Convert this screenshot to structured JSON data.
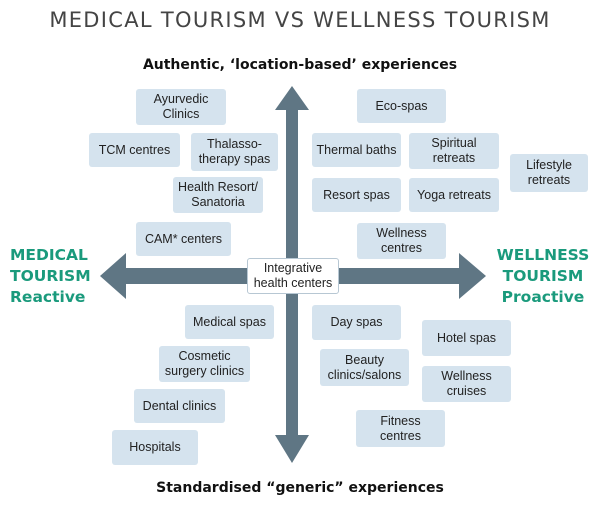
{
  "title": "MEDICAL TOURISM VS WELLNESS TOURISM",
  "axis": {
    "top": "Authentic, ‘location-based’ experiences",
    "bottom": "Standardised “generic” experiences"
  },
  "left_label": {
    "line1": "MEDICAL",
    "line2": "TOURISM",
    "line3": "Reactive"
  },
  "right_label": {
    "line1": "WELLNESS",
    "line2": "TOURISM",
    "line3": "Proactive"
  },
  "center": {
    "line1": "Integrative",
    "line2": "health centers"
  },
  "medical_authentic": [
    {
      "line1": "Ayurvedic",
      "line2": "Clinics"
    },
    {
      "line1": "TCM centres",
      "line2": ""
    },
    {
      "line1": "Thalasso-",
      "line2": "therapy spas"
    },
    {
      "line1": "Health Resort/",
      "line2": "Sanatoria"
    },
    {
      "line1": "CAM* centers",
      "line2": ""
    }
  ],
  "wellness_authentic": [
    {
      "line1": "Eco-spas",
      "line2": ""
    },
    {
      "line1": "Thermal baths",
      "line2": ""
    },
    {
      "line1": "Spiritual",
      "line2": "retreats"
    },
    {
      "line1": "Lifestyle",
      "line2": "retreats"
    },
    {
      "line1": "Resort spas",
      "line2": ""
    },
    {
      "line1": "Yoga retreats",
      "line2": ""
    },
    {
      "line1": "Wellness",
      "line2": "centres"
    }
  ],
  "medical_generic": [
    {
      "line1": "Medical spas",
      "line2": ""
    },
    {
      "line1": "Cosmetic",
      "line2": "surgery clinics"
    },
    {
      "line1": "Dental clinics",
      "line2": ""
    },
    {
      "line1": "Hospitals",
      "line2": ""
    }
  ],
  "wellness_generic": [
    {
      "line1": "Day spas",
      "line2": ""
    },
    {
      "line1": "Hotel spas",
      "line2": ""
    },
    {
      "line1": "Beauty",
      "line2": "clinics/salons"
    },
    {
      "line1": "Wellness",
      "line2": "cruises"
    },
    {
      "line1": "Fitness",
      "line2": "centres"
    }
  ],
  "colors": {
    "arrow": "#5f7684",
    "box": "#d5e3ee",
    "accent": "#1a9a7c"
  }
}
